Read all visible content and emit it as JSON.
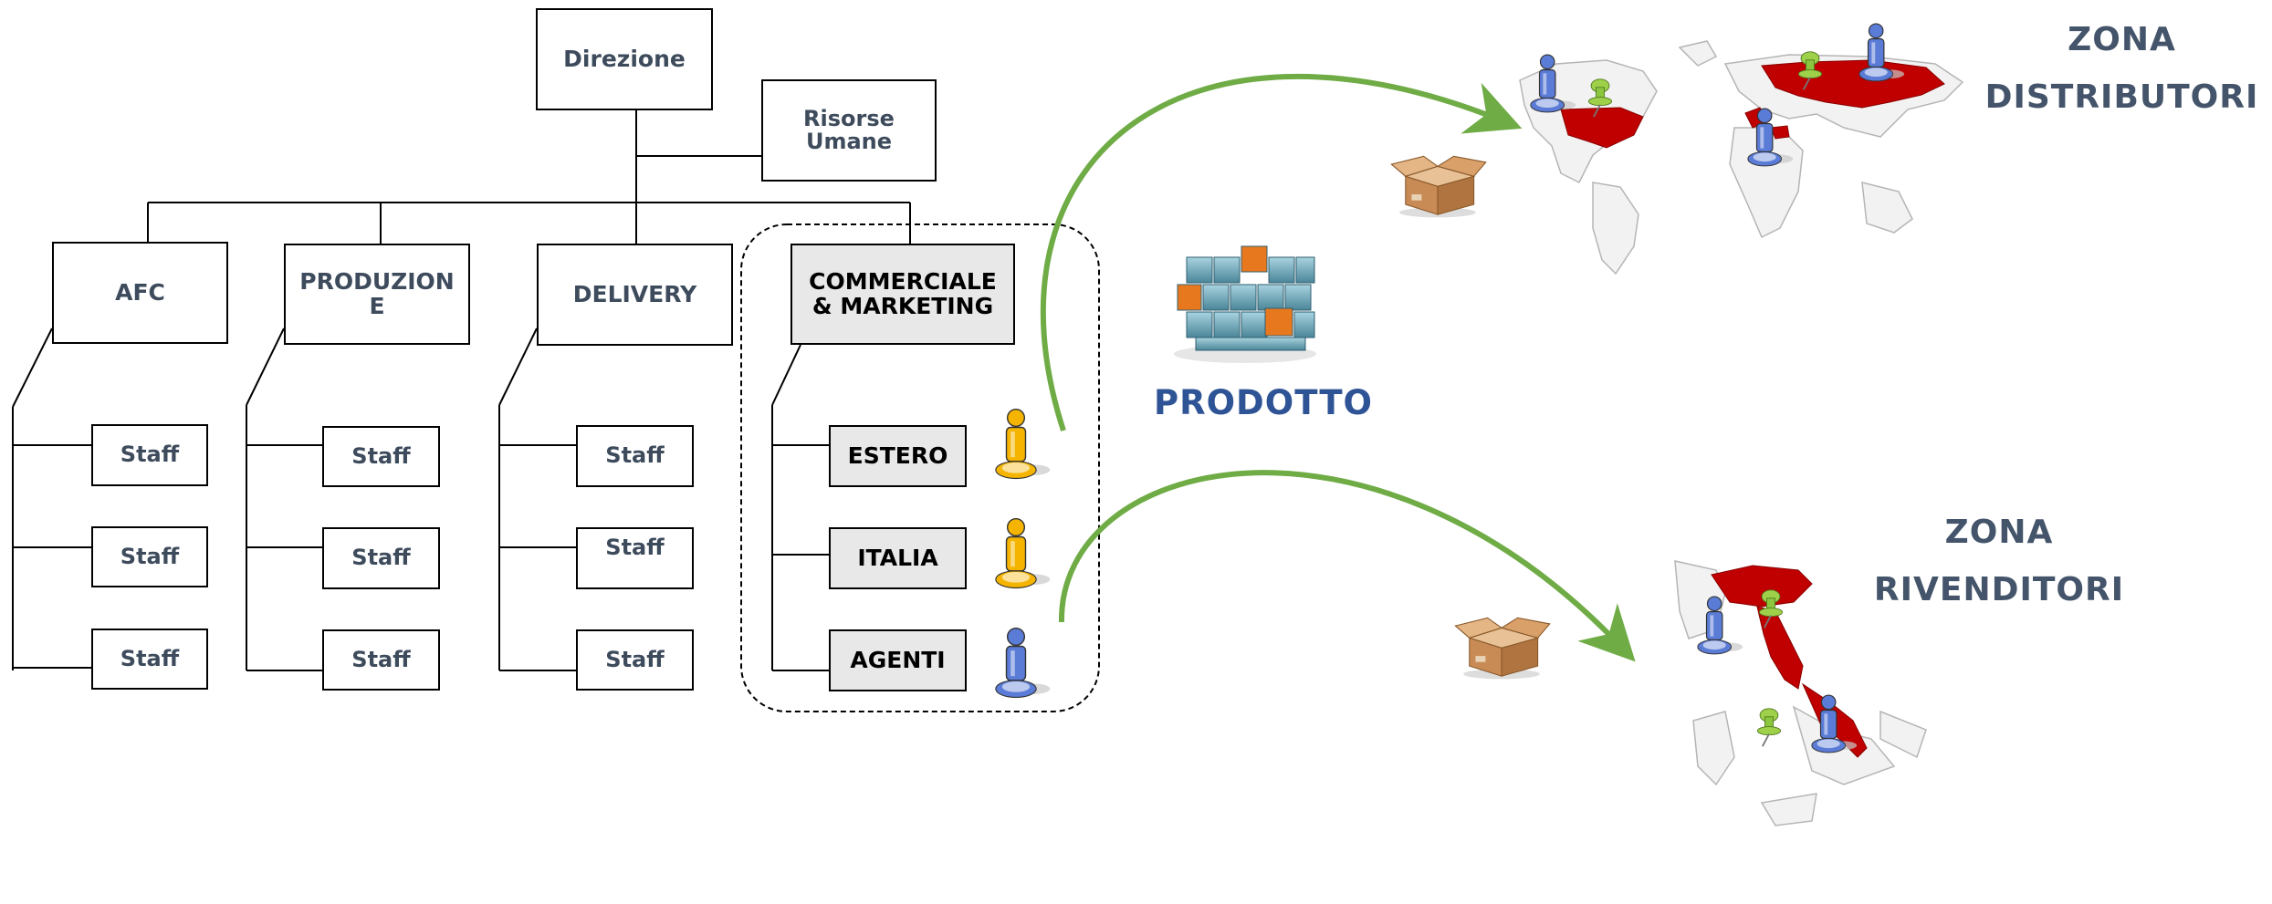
{
  "org": {
    "direzione": "Direzione",
    "risorse_umane": "Risorse Umane",
    "departments": {
      "afc": "AFC",
      "produzione": "PRODUZIONE",
      "delivery": "DELIVERY",
      "commerciale": "COMMERCIALE & MARKETING"
    },
    "staff_label": "Staff",
    "commerciale_sub": [
      "ESTERO",
      "ITALIA",
      "AGENTI"
    ]
  },
  "prodotto": "PRODOTTO",
  "zones": {
    "distributori": {
      "line1": "ZONA",
      "line2": "DISTRIBUTORI"
    },
    "rivenditori": {
      "line1": "ZONA",
      "line2": "RIVENDITORI"
    }
  },
  "colors": {
    "arrow": "#6fac46",
    "map_fill": "#c00000",
    "title_text": "#44546a",
    "prodotto_text": "#2f5496",
    "box_text": "#3d4b5c",
    "box_grey": "#e8e8e8",
    "person_orange": "#f5b400",
    "person_blue": "#5a7bd6",
    "pin_green": "#8cc63f",
    "cube_blue": "#5b95a8",
    "cube_orange": "#e8781e",
    "parcel": "#c98b55"
  },
  "icons": [
    "person-icon",
    "pushpin-icon",
    "parcel-box-icon",
    "product-cube-icon",
    "world-map-icon",
    "italy-map-icon"
  ]
}
